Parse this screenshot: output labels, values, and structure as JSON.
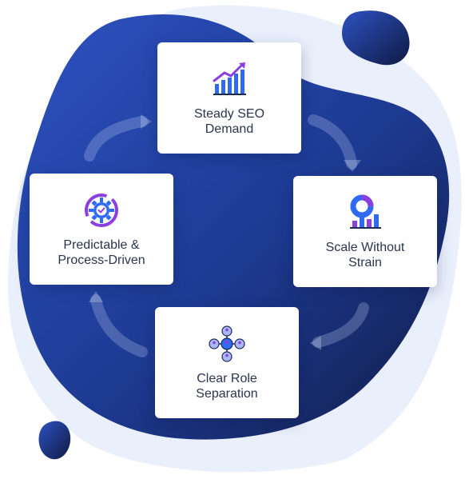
{
  "cycle": {
    "steps": [
      {
        "label_line1": "Steady SEO",
        "label_line2": "Demand",
        "icon": "growth-chart-icon"
      },
      {
        "label_line1": "Scale Without",
        "label_line2": "Strain",
        "icon": "analytics-dashboard-icon"
      },
      {
        "label_line1": "Clear Role",
        "label_line2": "Separation",
        "icon": "team-network-icon"
      },
      {
        "label_line1": "Predictable &",
        "label_line2": "Process-Driven",
        "icon": "process-gear-icon"
      }
    ]
  },
  "colors": {
    "blob_dark": "#172860",
    "blob_mid": "#2747a8",
    "halo": "#e9effb",
    "accent_blue": "#2f6bf2",
    "accent_purple": "#8b3fe0"
  }
}
